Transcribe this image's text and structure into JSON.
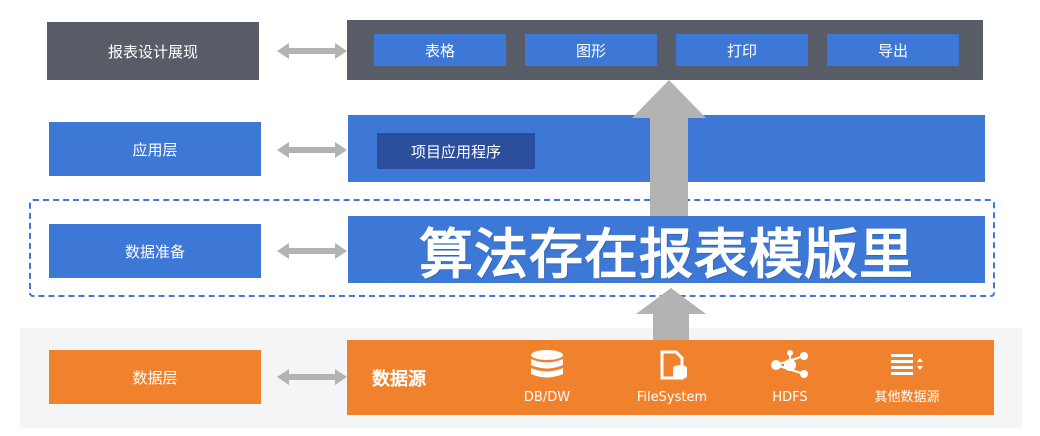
{
  "layers": {
    "presentation": {
      "label": "报表设计展现",
      "functions": [
        "表格",
        "图形",
        "打印",
        "导出"
      ]
    },
    "application": {
      "label": "应用层",
      "item": "项目应用程序"
    },
    "preparation": {
      "label": "数据准备",
      "headline": "算法存在报表模版里"
    },
    "data": {
      "label": "数据层",
      "title": "数据源",
      "sources": [
        "DB/DW",
        "FileSystem",
        "HDFS",
        "其他数据源"
      ]
    }
  },
  "colors": {
    "dark_gray": "#585c66",
    "blue": "#3e78d6",
    "orange": "#f0822e",
    "arrow_gray": "#b3b3b3"
  }
}
